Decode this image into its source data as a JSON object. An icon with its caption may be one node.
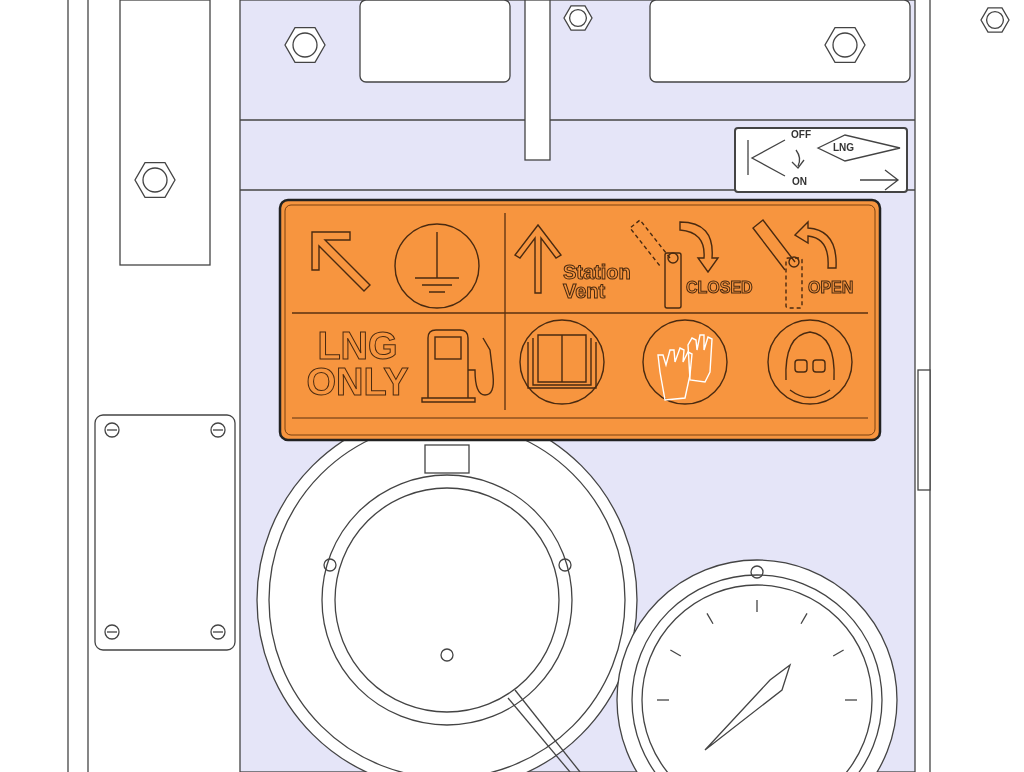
{
  "diagram": {
    "labels": [
      "OFF",
      "LNG",
      "ON",
      "Station Vent",
      "CLOSED",
      "OPEN",
      "LNG ONLY"
    ]
  }
}
